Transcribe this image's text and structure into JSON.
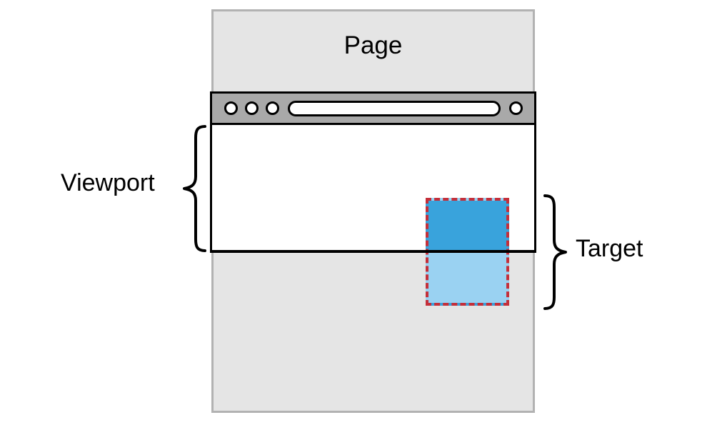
{
  "diagram": {
    "name": "viewport-target-intersection-diagram",
    "page_label": "Page",
    "viewport_label": "Viewport",
    "target_label": "Target"
  },
  "icons": {
    "window_button_icon": "circle",
    "address_bar_icon": "rounded-pill",
    "brace_icon": "curly-brace"
  },
  "colors": {
    "canvas_bg": "#ffffff",
    "page_fill": "#e5e5e5",
    "page_border": "#b2b2b2",
    "chrome_fill": "#a9a9a9",
    "outline": "#000000",
    "viewport_fill": "#ffffff",
    "target_visible": "#39a3dc",
    "target_hidden": "#9ad2f2",
    "target_red": "#c42f3a",
    "label_text": "#000000"
  }
}
